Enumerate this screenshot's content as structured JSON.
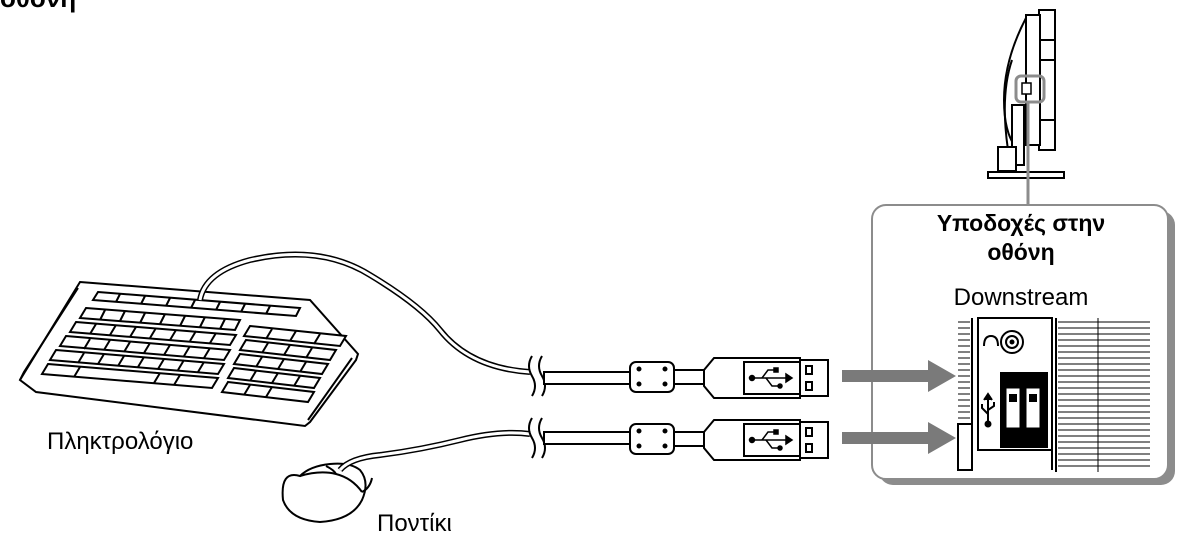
{
  "top_caption": "οθόνη",
  "keyboard_label": "Πληκτρολόγιο",
  "mouse_label": "Ποντίκι",
  "panel": {
    "title_line1": "Υποδοχές στην",
    "title_line2": "οθόνη",
    "subtitle": "Downstream"
  },
  "colors": {
    "arrow": "#7a7a7a",
    "panel_shadow": "#8c8c8c",
    "line": "#000000"
  },
  "icons": [
    "keyboard-icon",
    "mouse-icon",
    "usb-plug-icon",
    "monitor-side-icon",
    "headphone-icon",
    "usb-symbol-icon"
  ]
}
